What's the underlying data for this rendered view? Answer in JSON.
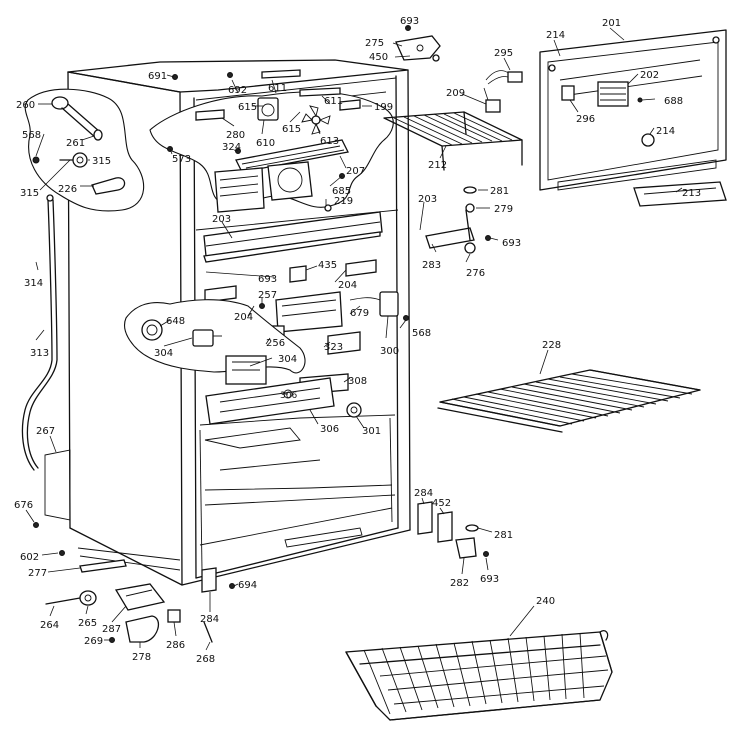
{
  "diagram": {
    "part_labels": [
      "693",
      "275",
      "450",
      "201",
      "214",
      "295",
      "691",
      "692",
      "611",
      "611",
      "199",
      "209",
      "202",
      "296",
      "688",
      "214",
      "260",
      "615",
      "615",
      "568",
      "261",
      "610",
      "613",
      "280",
      "324",
      "315",
      "573",
      "207",
      "315",
      "226",
      "685",
      "212",
      "281",
      "279",
      "219",
      "213",
      "203",
      "203",
      "693",
      "435",
      "204",
      "283",
      "276",
      "693",
      "314",
      "257",
      "204",
      "648",
      "679",
      "568",
      "256",
      "304",
      "304",
      "323",
      "300",
      "313",
      "308",
      "228",
      "306",
      "306",
      "301",
      "267",
      "284",
      "452",
      "676",
      "281",
      "602",
      "277",
      "694",
      "282",
      "693",
      "264",
      "265",
      "287",
      "284",
      "240",
      "269",
      "286",
      "268",
      "278"
    ]
  }
}
